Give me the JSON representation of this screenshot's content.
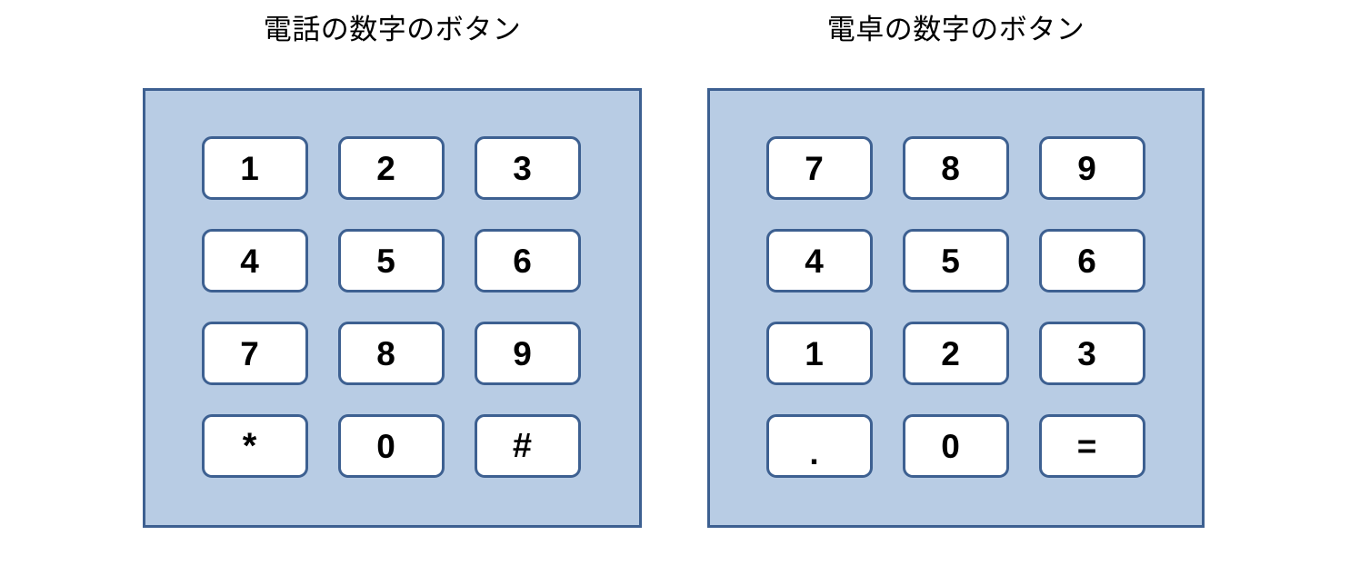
{
  "page": {
    "background_color": "#ffffff",
    "panel_fill_color": "#b8cce4",
    "panel_border_color": "#3d6091",
    "key_fill_color": "#ffffff",
    "key_label_color": "#000000"
  },
  "figures": [
    {
      "id": "phone",
      "title": "電話の数字のボタン",
      "keypad": {
        "columns": 3,
        "rows": 4,
        "keys": [
          {
            "label": "1",
            "name": "key-1"
          },
          {
            "label": "2",
            "name": "key-2"
          },
          {
            "label": "3",
            "name": "key-3"
          },
          {
            "label": "4",
            "name": "key-4"
          },
          {
            "label": "5",
            "name": "key-5"
          },
          {
            "label": "6",
            "name": "key-6"
          },
          {
            "label": "7",
            "name": "key-7"
          },
          {
            "label": "8",
            "name": "key-8"
          },
          {
            "label": "9",
            "name": "key-9"
          },
          {
            "label": "*",
            "name": "key-star"
          },
          {
            "label": "0",
            "name": "key-0"
          },
          {
            "label": "#",
            "name": "key-hash"
          }
        ]
      }
    },
    {
      "id": "calculator",
      "title": "電卓の数字のボタン",
      "keypad": {
        "columns": 3,
        "rows": 4,
        "keys": [
          {
            "label": "7",
            "name": "key-7"
          },
          {
            "label": "8",
            "name": "key-8"
          },
          {
            "label": "9",
            "name": "key-9"
          },
          {
            "label": "4",
            "name": "key-4"
          },
          {
            "label": "5",
            "name": "key-5"
          },
          {
            "label": "6",
            "name": "key-6"
          },
          {
            "label": "1",
            "name": "key-1"
          },
          {
            "label": "2",
            "name": "key-2"
          },
          {
            "label": "3",
            "name": "key-3"
          },
          {
            "label": ".",
            "name": "key-dot"
          },
          {
            "label": "0",
            "name": "key-0"
          },
          {
            "label": "=",
            "name": "key-equals"
          }
        ]
      }
    }
  ]
}
